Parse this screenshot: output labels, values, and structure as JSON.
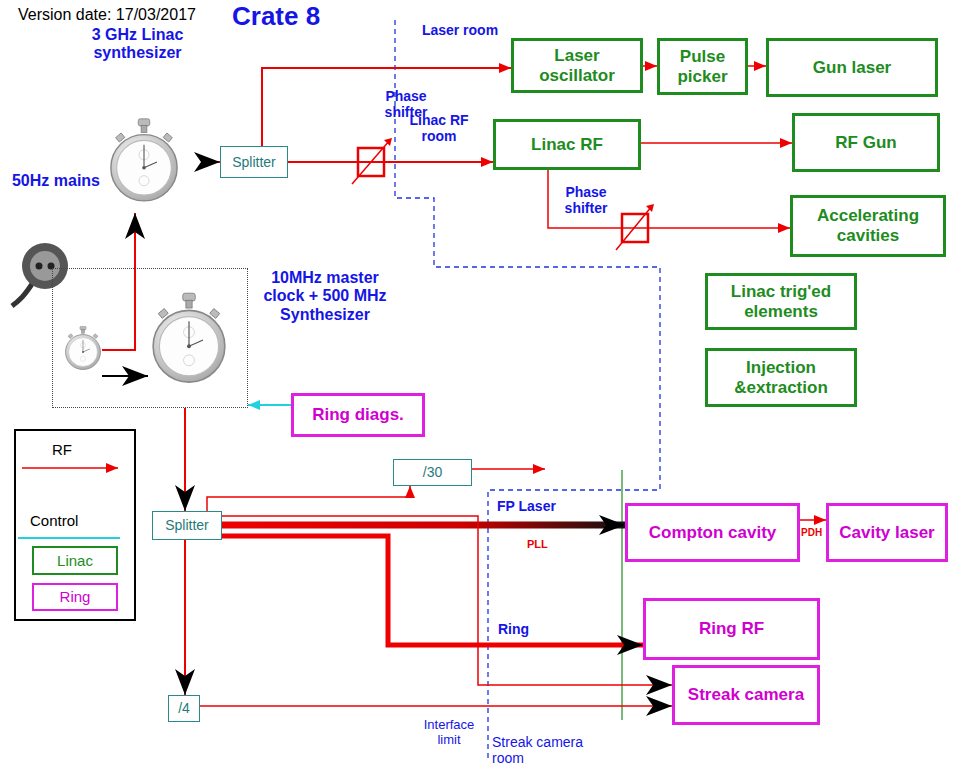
{
  "diagram": {
    "title": "Crate 8",
    "nodes": [
      {
        "text": [
          "3 GHz Linac synthesizer"
        ]
      },
      {
        "text": [
          "Splitter"
        ]
      },
      {
        "text": [
          "Laser oscillator"
        ]
      },
      {
        "text": [
          "Pulse picker"
        ]
      },
      {
        "text": [
          "Gun laser"
        ]
      },
      {
        "text": [
          "Linac RF"
        ]
      },
      {
        "text": [
          "RF Gun"
        ]
      },
      {
        "text": [
          "Accelerating cavities"
        ]
      },
      {
        "text": [
          "Linac trig'ed elements"
        ]
      },
      {
        "text": [
          "Injection &extraction"
        ]
      },
      {
        "text": [
          "10MHz master clock + 500 MHz Synthesizer"
        ]
      },
      {
        "text": [
          "Ring diags."
        ]
      },
      {
        "text": [
          "Splitter"
        ]
      },
      {
        "text": [
          "/30"
        ]
      },
      {
        "text": [
          "Compton cavity"
        ]
      },
      {
        "text": [
          "Cavity laser"
        ]
      },
      {
        "text": [
          "Ring RF"
        ]
      },
      {
        "text": [
          "Streak camera"
        ]
      },
      {
        "text": [
          "/4"
        ]
      }
    ],
    "edges": [
      {
        "from": 10,
        "to": 0,
        "arrow": "to"
      },
      {
        "from": 0,
        "to": 1,
        "arrow": "to"
      },
      {
        "from": 1,
        "to": 2,
        "arrow": "to"
      },
      {
        "from": 1,
        "to": 5,
        "arrow": "to"
      },
      {
        "from": 2,
        "to": 3,
        "arrow": "to"
      },
      {
        "from": 3,
        "to": 4,
        "arrow": "to"
      },
      {
        "from": 5,
        "to": 6,
        "arrow": "to"
      },
      {
        "from": 5,
        "to": 7,
        "arrow": "to"
      },
      {
        "from": 11,
        "to": 10,
        "arrow": "to"
      },
      {
        "from": 10,
        "to": 12,
        "arrow": "to"
      },
      {
        "from": 12,
        "to": 13,
        "arrow": "to"
      },
      {
        "from": 12,
        "to": 14,
        "label": "FP Laser",
        "arrow": "to"
      },
      {
        "from": 14,
        "to": 15,
        "label": "PDH",
        "arrow": "to"
      },
      {
        "from": 12,
        "to": 16,
        "label": "Ring",
        "arrow": "to"
      },
      {
        "from": 12,
        "to": 17,
        "arrow": "to"
      },
      {
        "from": 12,
        "to": 18,
        "arrow": "to"
      },
      {
        "from": 18,
        "to": 17,
        "arrow": "to"
      }
    ],
    "labels": [
      "Version date: 17/03/2017",
      "50Hz mains",
      "Laser room",
      "Phase shifter",
      "Linac RF room",
      "Phase shifter",
      "PLL",
      "Interface limit",
      "Streak camera room"
    ],
    "legend": [
      {
        "text": "RF"
      },
      {
        "text": "Control"
      },
      {
        "text": "Linac"
      },
      {
        "text": "Ring"
      }
    ]
  }
}
